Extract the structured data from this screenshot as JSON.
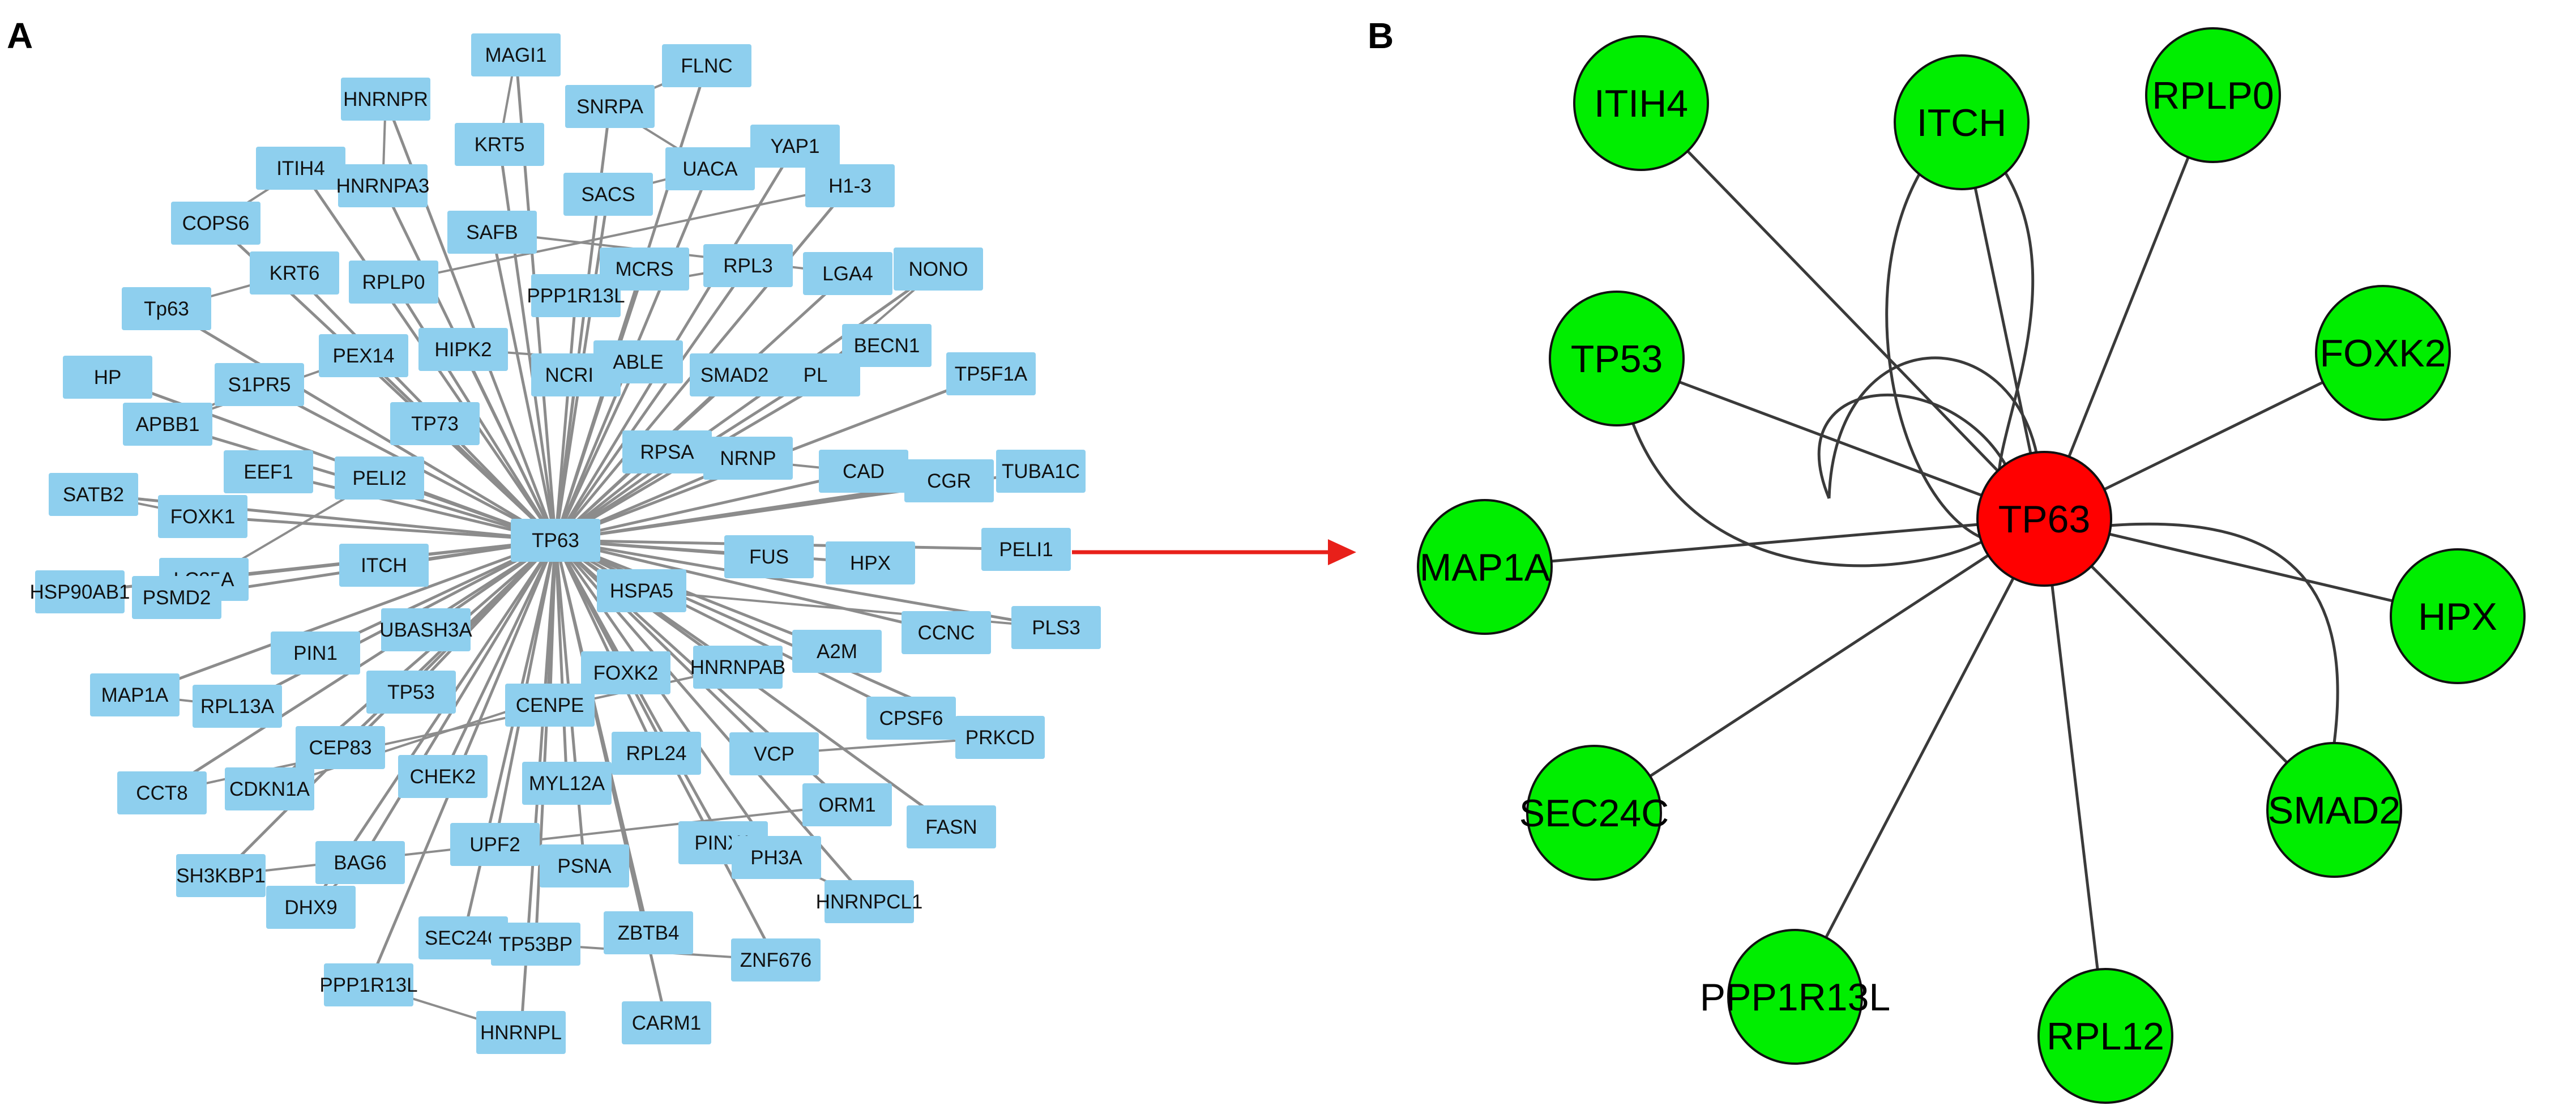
{
  "colors": {
    "edge_a": "#8c8c8c",
    "node_a": "#8ecfee",
    "edge_b": "#3a3a3a",
    "hub_b": "#ff0000",
    "node_b": "#00ee00",
    "node_stroke_b": "#111111",
    "arrow": "#e8201a"
  },
  "panel_a": {
    "label": "A",
    "hub": "TP63",
    "nodes": [
      "MAGI1",
      "FLNC",
      "HNRNPR",
      "SNRPA",
      "KRT5",
      "ITIH4",
      "HNRNPA3",
      "UACA",
      "YAP1",
      "H1-3",
      "COPS6",
      "SAFB",
      "SACS",
      "KRT6",
      "RPLP0",
      "MCRS",
      "RPL3",
      "LGA4",
      "NONO",
      "Tp63",
      "PPP1R13L",
      "HIPK2",
      "PEX14",
      "HP",
      "S1PR5",
      "NCRIP",
      "ABLE",
      "SMAD2",
      "PL",
      "BECN1",
      "TP5F1A",
      "APBB1",
      "TP73",
      "RPSA",
      "NRNP",
      "CAD",
      "CGR",
      "TUBA1C",
      "SATB2",
      "EEF1",
      "PELI2",
      "FOXK1",
      "TP63",
      "FUS",
      "HPX",
      "PELI1",
      "HSP90AB1",
      "LC35A",
      "PSMD2",
      "ITCH",
      "HSPA5",
      "UBASH3A",
      "PIN1",
      "A2M",
      "CCNC",
      "PLS3",
      "MAP1A",
      "RPL13A",
      "TP53",
      "FOXK2",
      "HNRNPAB",
      "CENPE",
      "CPSF6",
      "CEP83",
      "PRKCD",
      "CCT8",
      "CDKN1A",
      "CHEK2",
      "MYL12A",
      "RPL24",
      "VCP",
      "ORM1",
      "FASN",
      "SH3KBP1",
      "BAG6",
      "UPF2",
      "PSNA",
      "PINX1",
      "PH3A",
      "DHX9",
      "HNRNPCL1",
      "SEC24C",
      "TP53BP",
      "ZBTB4",
      "ZNF676",
      "PPP1R13L",
      "CARM1",
      "HNRNPL"
    ]
  },
  "panel_b": {
    "label": "B",
    "hub": "TP63",
    "nodes": [
      "ITIH4",
      "ITCH",
      "RPLP0",
      "FOXK2",
      "TP53",
      "MAP1A",
      "HPX",
      "SEC24C",
      "SMAD2",
      "PPP1R13L",
      "RPL12"
    ]
  }
}
